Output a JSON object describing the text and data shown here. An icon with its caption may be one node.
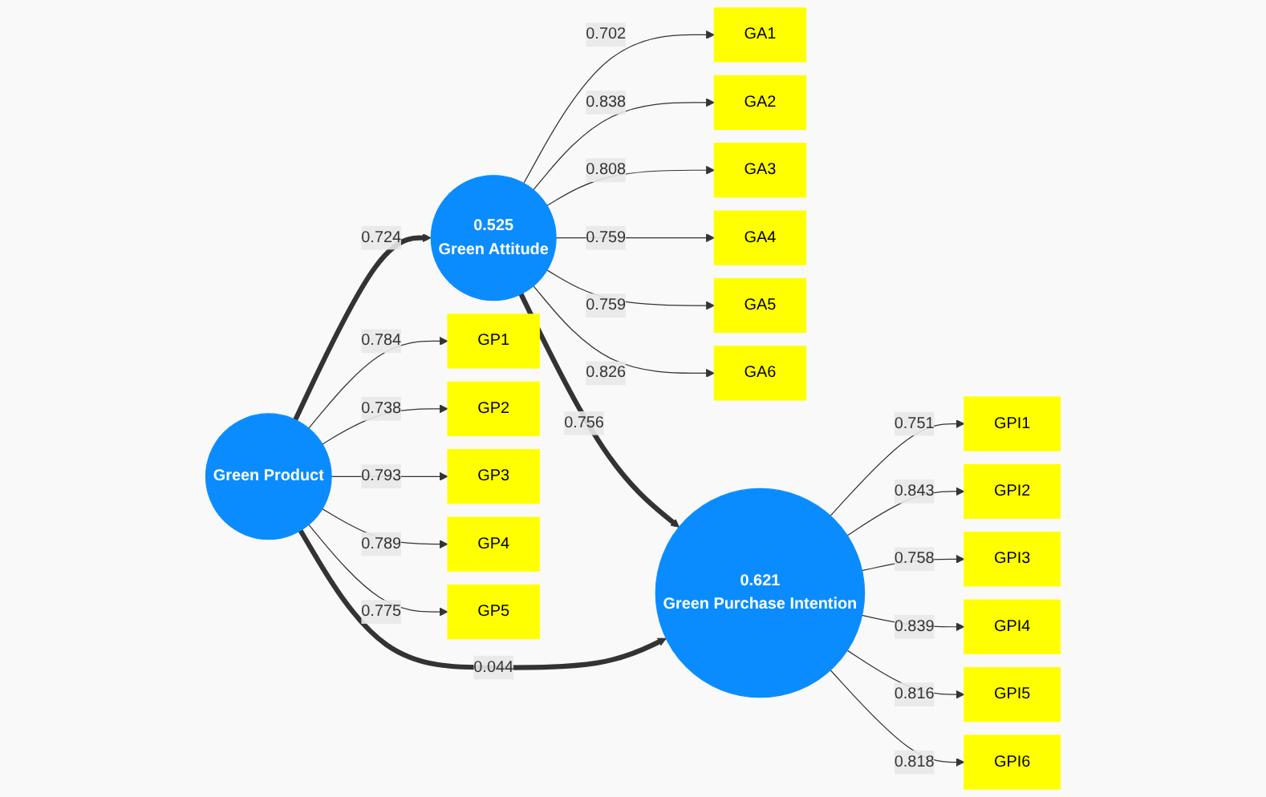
{
  "diagram": {
    "nodes": [
      {
        "text": [
          "GA1"
        ]
      },
      {
        "text": [
          "GA2"
        ]
      },
      {
        "text": [
          "GA3"
        ]
      },
      {
        "text": [
          "GA4"
        ]
      },
      {
        "text": [
          "GA5"
        ]
      },
      {
        "text": [
          "GA6"
        ]
      },
      {
        "text": [
          "0.525",
          "Green Attitude"
        ]
      },
      {
        "text": [
          "GP1"
        ]
      },
      {
        "text": [
          "GP2"
        ]
      },
      {
        "text": [
          "GP3"
        ]
      },
      {
        "text": [
          "GP4"
        ]
      },
      {
        "text": [
          "GP5"
        ]
      },
      {
        "text": [
          "Green Product"
        ]
      },
      {
        "text": [
          "GPI1"
        ]
      },
      {
        "text": [
          "GPI2"
        ]
      },
      {
        "text": [
          "GPI3"
        ]
      },
      {
        "text": [
          "GPI4"
        ]
      },
      {
        "text": [
          "GPI5"
        ]
      },
      {
        "text": [
          "GPI6"
        ]
      },
      {
        "text": [
          "0.621",
          "Green Purchase Intention"
        ]
      }
    ],
    "edges": [
      {
        "from": 6,
        "to": 0,
        "arrow": "to",
        "label": "0.702"
      },
      {
        "from": 6,
        "to": 1,
        "arrow": "to",
        "label": "0.838"
      },
      {
        "from": 6,
        "to": 2,
        "arrow": "to",
        "label": "0.808"
      },
      {
        "from": 6,
        "to": 3,
        "arrow": "to",
        "label": "0.759"
      },
      {
        "from": 6,
        "to": 4,
        "arrow": "to",
        "label": "0.759"
      },
      {
        "from": 6,
        "to": 5,
        "arrow": "to",
        "label": "0.826"
      },
      {
        "from": 12,
        "to": 7,
        "arrow": "to",
        "label": "0.784"
      },
      {
        "from": 12,
        "to": 8,
        "arrow": "to",
        "label": "0.738"
      },
      {
        "from": 12,
        "to": 9,
        "arrow": "to",
        "label": "0.793"
      },
      {
        "from": 12,
        "to": 10,
        "arrow": "to",
        "label": "0.789"
      },
      {
        "from": 12,
        "to": 11,
        "arrow": "to",
        "label": "0.775"
      },
      {
        "from": 12,
        "to": 6,
        "arrow": "to",
        "label": "0.724",
        "style": "thick"
      },
      {
        "from": 6,
        "to": 19,
        "arrow": "to",
        "label": "0.756",
        "style": "thick"
      },
      {
        "from": 12,
        "to": 19,
        "arrow": "to",
        "label": "0.044",
        "style": "thick"
      },
      {
        "from": 19,
        "to": 13,
        "arrow": "to",
        "label": "0.751"
      },
      {
        "from": 19,
        "to": 14,
        "arrow": "to",
        "label": "0.843"
      },
      {
        "from": 19,
        "to": 15,
        "arrow": "to",
        "label": "0.758"
      },
      {
        "from": 19,
        "to": 16,
        "arrow": "to",
        "label": "0.839"
      },
      {
        "from": 19,
        "to": 17,
        "arrow": "to",
        "label": "0.816"
      },
      {
        "from": 19,
        "to": 18,
        "arrow": "to",
        "label": "0.818"
      }
    ]
  }
}
